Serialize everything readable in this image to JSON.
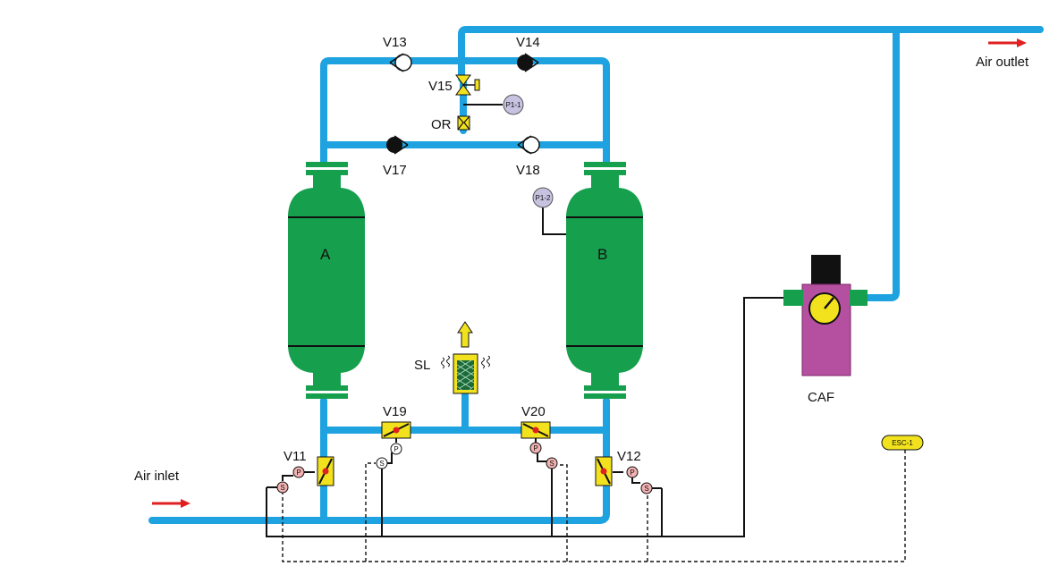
{
  "labels": {
    "air_inlet": "Air inlet",
    "air_outlet": "Air outlet",
    "tank_a": "A",
    "tank_b": "B",
    "caf": "CAF",
    "sl": "SL",
    "or": "OR",
    "esc": "ESC-1",
    "p1_1": "P1-1",
    "p1_2": "P1-2",
    "v11": "V11",
    "v12": "V12",
    "v13": "V13",
    "v14": "V14",
    "v15": "V15",
    "v17": "V17",
    "v18": "V18",
    "v19": "V19",
    "v20": "V20",
    "sym_p": "P",
    "sym_s": "S"
  },
  "colors": {
    "pipe": "#1ea3e0",
    "tank": "#16a04e",
    "valve_body": "#f2e21e",
    "caf_body": "#b54fa0",
    "gauge_face": "#f2e21e",
    "arrow": "#e02020",
    "sensor": "#c6c2e0",
    "solenoid_p": "#f2b2b2",
    "silencer_core": "#1c6a3a"
  }
}
